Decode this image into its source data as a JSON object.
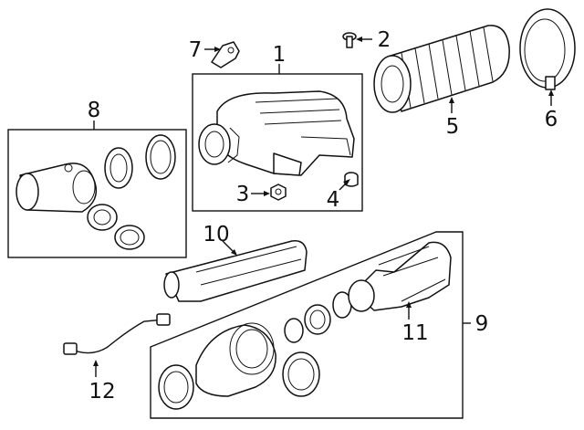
{
  "diagram": {
    "callouts": [
      {
        "id": "c1",
        "text": "1"
      },
      {
        "id": "c2",
        "text": "2"
      },
      {
        "id": "c3",
        "text": "3"
      },
      {
        "id": "c4",
        "text": "4"
      },
      {
        "id": "c5",
        "text": "5"
      },
      {
        "id": "c6",
        "text": "6"
      },
      {
        "id": "c7",
        "text": "7"
      },
      {
        "id": "c8",
        "text": "8"
      },
      {
        "id": "c9",
        "text": "9"
      },
      {
        "id": "c10",
        "text": "10"
      },
      {
        "id": "c11",
        "text": "11"
      },
      {
        "id": "c12",
        "text": "12"
      }
    ]
  }
}
